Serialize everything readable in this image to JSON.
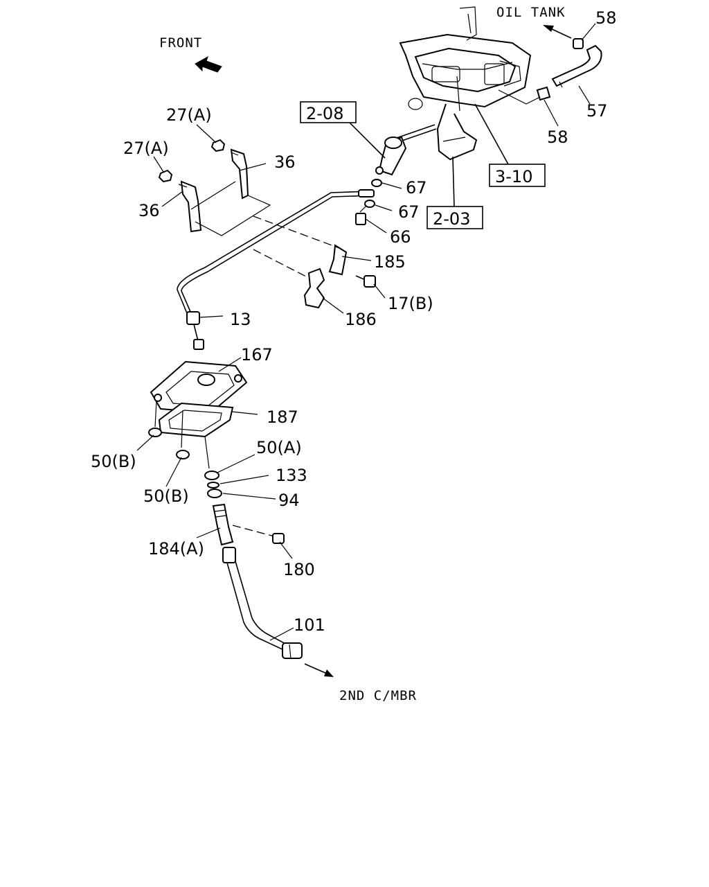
{
  "annotations": {
    "front": "FRONT",
    "oil_tank": "OIL TANK",
    "second_chamber": "2ND C/MBR"
  },
  "refs": {
    "r208": "2-08",
    "r310": "3-10",
    "r203": "2-03"
  },
  "callouts": {
    "c58a": "58",
    "c57": "57",
    "c58b": "58",
    "c27a1": "27(A)",
    "c27a2": "27(A)",
    "c36a": "36",
    "c36b": "36",
    "c67a": "67",
    "c67b": "67",
    "c66": "66",
    "c185": "185",
    "c17b": "17(B)",
    "c186": "186",
    "c13": "13",
    "c167": "167",
    "c187": "187",
    "c50b1": "50(B)",
    "c50a": "50(A)",
    "c133": "133",
    "c50b2": "50(B)",
    "c94": "94",
    "c184a": "184(A)",
    "c180": "180",
    "c101": "101"
  }
}
